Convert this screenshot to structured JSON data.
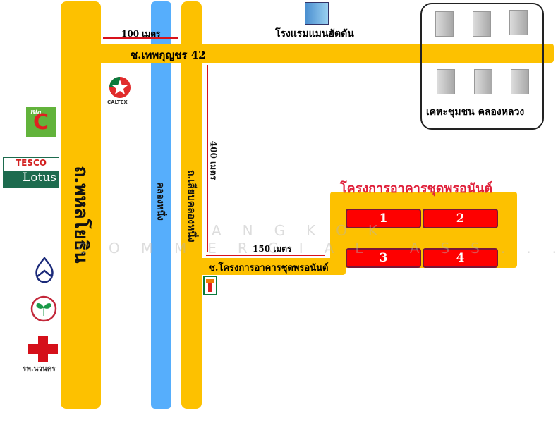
{
  "roads": {
    "main_road": "ถ.พหลโยธิน",
    "canal": "คลองหนึ่ง",
    "canal_road": "ถ.เลียบคลองหนึ่ง",
    "top_soi": "ซ.เทพกุญชร 42",
    "project_soi": "ซ.โครงการอาคารชุดพรอนันต์"
  },
  "distances": {
    "d100": "100 เมตร",
    "d400": "400 เมตร",
    "d150": "150 เมตร"
  },
  "landmarks": {
    "hotel": "โรงแรมแมนฮัตตัน",
    "housing": "เคหะชุมชน คลองหลวง",
    "caltex": "CALTEX",
    "bigc_top": "Big",
    "bigc_letter": "C",
    "tesco": "TESCO",
    "lotus": "Lotus",
    "hospital": "รพ.นวนคร"
  },
  "project": {
    "title": "โครงการอาคารชุดพรอนันต์",
    "units": [
      "1",
      "2",
      "3",
      "4"
    ]
  },
  "watermark": {
    "line1": "ANGKOK",
    "line2": "COMMERCIAL ASS..."
  },
  "colors": {
    "road": "#fdc100",
    "canal": "#56aefc",
    "unit": "#fe0000",
    "arrow": "#d8121b"
  }
}
